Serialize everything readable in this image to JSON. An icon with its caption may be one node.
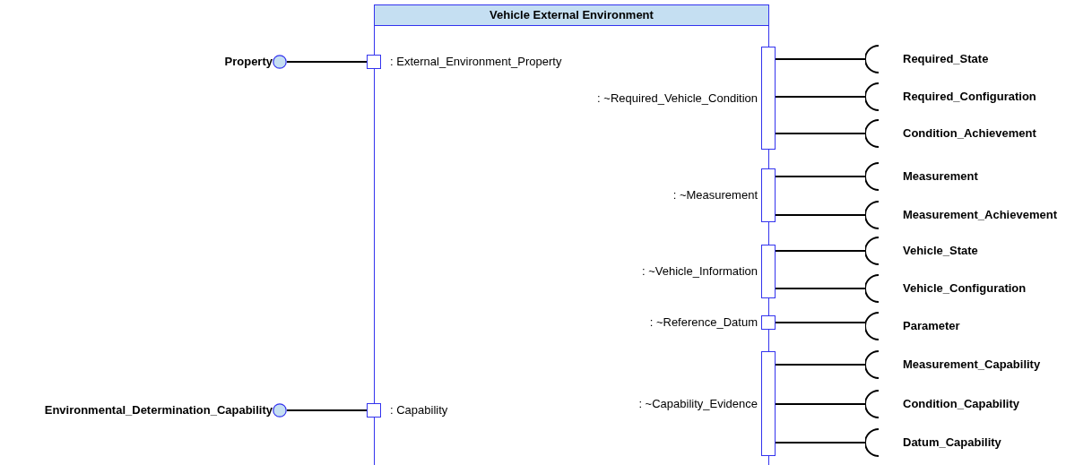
{
  "diagram": {
    "nodes": [
      {
        "text": [
          "Vehicle External Environment"
        ]
      },
      {
        "text": [
          "Property"
        ]
      },
      {
        "text": [
          ": External_Environment_Property"
        ]
      },
      {
        "text": [
          ": ~Required_Vehicle_Condition"
        ]
      },
      {
        "text": [
          "Required_State"
        ]
      },
      {
        "text": [
          "Required_Configuration"
        ]
      },
      {
        "text": [
          "Condition_Achievement"
        ]
      },
      {
        "text": [
          ": ~Measurement"
        ]
      },
      {
        "text": [
          "Measurement"
        ]
      },
      {
        "text": [
          "Measurement_Achievement"
        ]
      },
      {
        "text": [
          ": ~Vehicle_Information"
        ]
      },
      {
        "text": [
          "Vehicle_State"
        ]
      },
      {
        "text": [
          "Vehicle_Configuration"
        ]
      },
      {
        "text": [
          ": ~Reference_Datum"
        ]
      },
      {
        "text": [
          "Parameter"
        ]
      },
      {
        "text": [
          ": ~Capability_Evidence"
        ]
      },
      {
        "text": [
          "Measurement_Capability"
        ]
      },
      {
        "text": [
          "Condition_Capability"
        ]
      },
      {
        "text": [
          "Datum_Capability"
        ]
      },
      {
        "text": [
          "Environmental_Determination_Capability"
        ]
      },
      {
        "text": [
          ": Capability"
        ]
      }
    ],
    "edges": [
      {
        "from": 1,
        "to": 2,
        "arrow": "none"
      },
      {
        "from": 3,
        "to": 4,
        "arrow": "none"
      },
      {
        "from": 3,
        "to": 5,
        "arrow": "none"
      },
      {
        "from": 3,
        "to": 6,
        "arrow": "none"
      },
      {
        "from": 7,
        "to": 8,
        "arrow": "none"
      },
      {
        "from": 7,
        "to": 9,
        "arrow": "none"
      },
      {
        "from": 10,
        "to": 11,
        "arrow": "none"
      },
      {
        "from": 10,
        "to": 12,
        "arrow": "none"
      },
      {
        "from": 13,
        "to": 14,
        "arrow": "none"
      },
      {
        "from": 15,
        "to": 16,
        "arrow": "none"
      },
      {
        "from": 15,
        "to": 17,
        "arrow": "none"
      },
      {
        "from": 15,
        "to": 18,
        "arrow": "none"
      },
      {
        "from": 19,
        "to": 20,
        "arrow": "none"
      }
    ]
  }
}
